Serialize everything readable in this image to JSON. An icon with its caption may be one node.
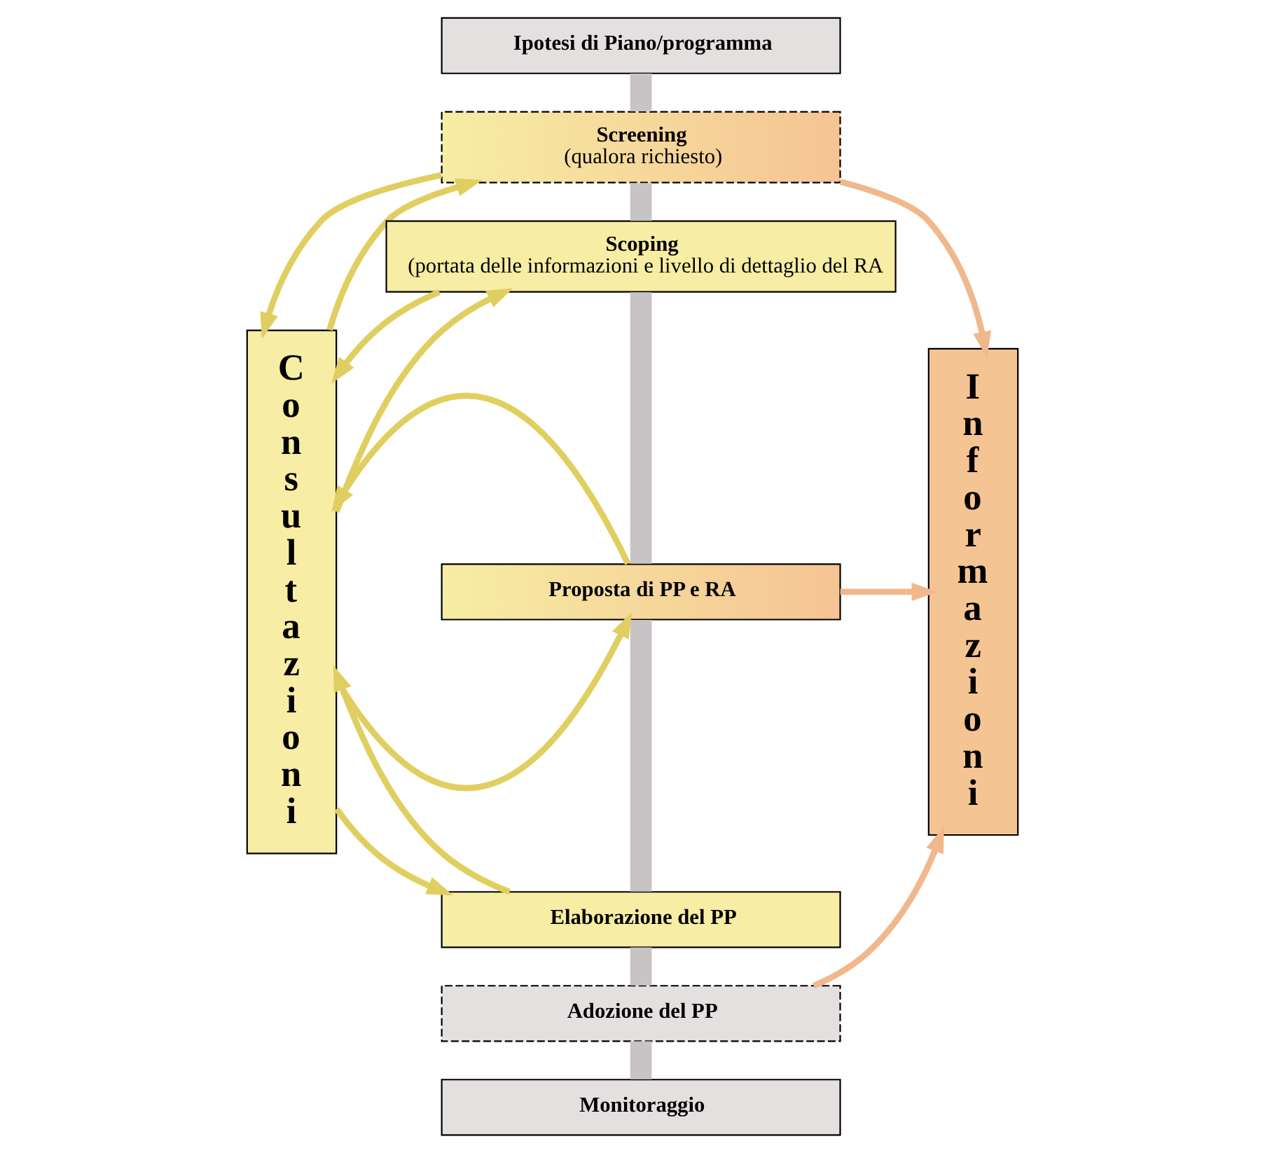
{
  "diagram": {
    "nodes": [
      {
        "text": [
          "Consultazioni"
        ]
      },
      {
        "text": [
          "Ipotesi di Piano/programma"
        ]
      },
      {
        "text": [
          "Screening",
          "(qualora richiesto)"
        ]
      },
      {
        "text": [
          "Scoping",
          "(portata delle informazioni e livello di dettaglio del RA"
        ]
      },
      {
        "text": [
          "Proposta di PP e RA"
        ]
      },
      {
        "text": [
          "Elaborazione del PP"
        ]
      },
      {
        "text": [
          "Adozione del PP"
        ]
      },
      {
        "text": [
          "Monitoraggio"
        ]
      },
      {
        "text": [
          "Informazioni"
        ]
      }
    ],
    "edges": [
      {
        "from": 1,
        "to": 2,
        "arrow": "none",
        "style": "thick",
        "color": "#c8c4c4"
      },
      {
        "from": 2,
        "to": 3,
        "arrow": "none",
        "style": "thick",
        "color": "#c8c4c4"
      },
      {
        "from": 3,
        "to": 4,
        "arrow": "none",
        "style": "thick",
        "color": "#c8c4c4"
      },
      {
        "from": 4,
        "to": 5,
        "arrow": "none",
        "style": "thick",
        "color": "#c8c4c4"
      },
      {
        "from": 5,
        "to": 6,
        "arrow": "none",
        "style": "thick",
        "color": "#c8c4c4"
      },
      {
        "from": 6,
        "to": 7,
        "arrow": "none",
        "style": "thick",
        "color": "#c8c4c4"
      },
      {
        "from": 0,
        "to": 2,
        "arrow": "to"
      },
      {
        "from": 2,
        "to": 0,
        "arrow": "to"
      },
      {
        "from": 0,
        "to": 3,
        "arrow": "to"
      },
      {
        "from": 3,
        "to": 0,
        "arrow": "to"
      },
      {
        "from": 0,
        "to": 4,
        "arrow": "to"
      },
      {
        "from": 0,
        "to": 5,
        "arrow": "to"
      },
      {
        "from": 4,
        "to": 0,
        "arrow": "to"
      },
      {
        "from": 5,
        "to": 0,
        "arrow": "to"
      },
      {
        "from": 2,
        "to": 8,
        "arrow": "to",
        "color": "#f0b88c"
      },
      {
        "from": 4,
        "to": 8,
        "arrow": "to",
        "color": "#f0b88c"
      },
      {
        "from": 6,
        "to": 8,
        "arrow": "to",
        "color": "#f0b88c"
      }
    ]
  }
}
